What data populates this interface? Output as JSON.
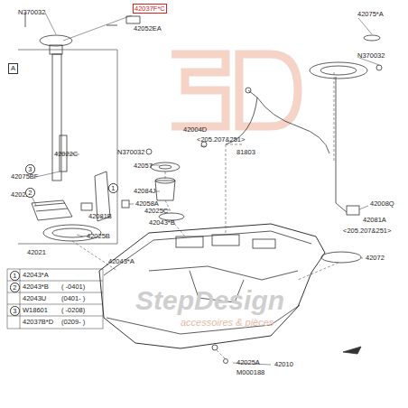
{
  "diagram": {
    "nodes": [
      {
        "text": [
          "42037F*C"
        ]
      },
      {
        "text": [
          "A"
        ]
      },
      {
        "text": [
          "3"
        ]
      },
      {
        "text": [
          "2"
        ]
      },
      {
        "text": [
          "1"
        ]
      },
      {
        "text": [
          "1"
        ]
      },
      {
        "text": [
          "2"
        ]
      },
      {
        "text": [
          "3"
        ]
      }
    ],
    "labels": [
      "N370032",
      "42052EA",
      "42022C",
      "42075BF",
      "42022",
      "42058A",
      "42081B",
      "42025B",
      "42021",
      "42004D",
      "<205.207&251>",
      "81803",
      "N370032",
      "42057",
      "42084J",
      "42025C",
      "42043*B",
      "42043*A",
      "42075*A",
      "N370032",
      "42008Q",
      "42081A",
      "<205.207&251>",
      "42072",
      "42025A",
      "42010",
      "M000188",
      "42043*A",
      "42043*B",
      "( -0401)",
      "42043U",
      "(0401- )",
      "W18601",
      "( -0208)",
      "42037B*D",
      "(0209- )",
      "StepDesign",
      "accessoires & pièces"
    ]
  }
}
